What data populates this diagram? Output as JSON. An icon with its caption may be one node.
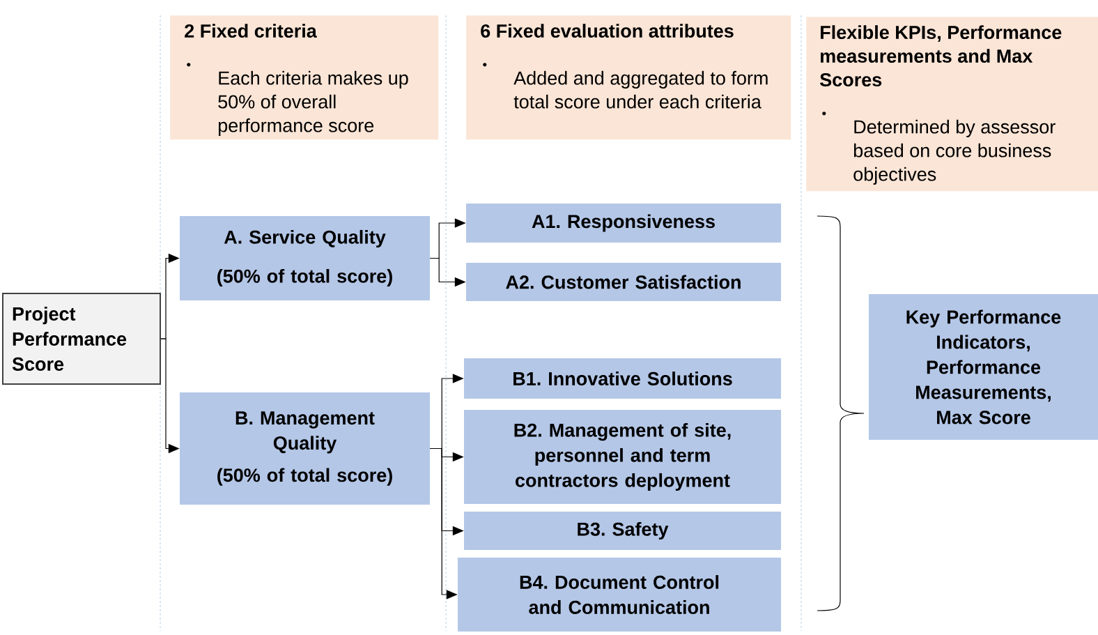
{
  "diagram": {
    "nodes": [
      {
        "text": [
          "2 Fixed criteria",
          "Each criteria makes up 50% of overall performance score"
        ]
      },
      {
        "text": [
          "6 Fixed evaluation attributes",
          "Added and aggregated to form total score under each criteria"
        ]
      },
      {
        "text": [
          "Flexible KPIs, Performance measurements and Max Scores",
          "Determined by assessor based on core business objectives"
        ]
      },
      {
        "text": [
          "Project Performance Score"
        ]
      },
      {
        "text": [
          "A. Service Quality",
          "(50% of total score)"
        ]
      },
      {
        "text": [
          "B. Management Quality",
          "(50% of total score)"
        ]
      },
      {
        "text": [
          "A1. Responsiveness"
        ]
      },
      {
        "text": [
          "A2. Customer Satisfaction"
        ]
      },
      {
        "text": [
          "B1. Innovative Solutions"
        ]
      },
      {
        "text": [
          "B2. Management of site, personnel and term contractors deployment"
        ]
      },
      {
        "text": [
          "B3. Safety"
        ]
      },
      {
        "text": [
          "B4. Document Control and Communication"
        ]
      },
      {
        "text": [
          "Key Performance Indicators, Performance Measurements, Max Score"
        ]
      }
    ],
    "edges": [
      {
        "from": 3,
        "to": 4,
        "arrow": "to"
      },
      {
        "from": 3,
        "to": 5,
        "arrow": "to"
      },
      {
        "from": 4,
        "to": 6,
        "arrow": "to"
      },
      {
        "from": 4,
        "to": 7,
        "arrow": "to"
      },
      {
        "from": 5,
        "to": 8,
        "arrow": "to"
      },
      {
        "from": 5,
        "to": 9,
        "arrow": "to"
      },
      {
        "from": 5,
        "to": 10,
        "arrow": "to"
      },
      {
        "from": 5,
        "to": 11,
        "arrow": "to"
      }
    ]
  }
}
